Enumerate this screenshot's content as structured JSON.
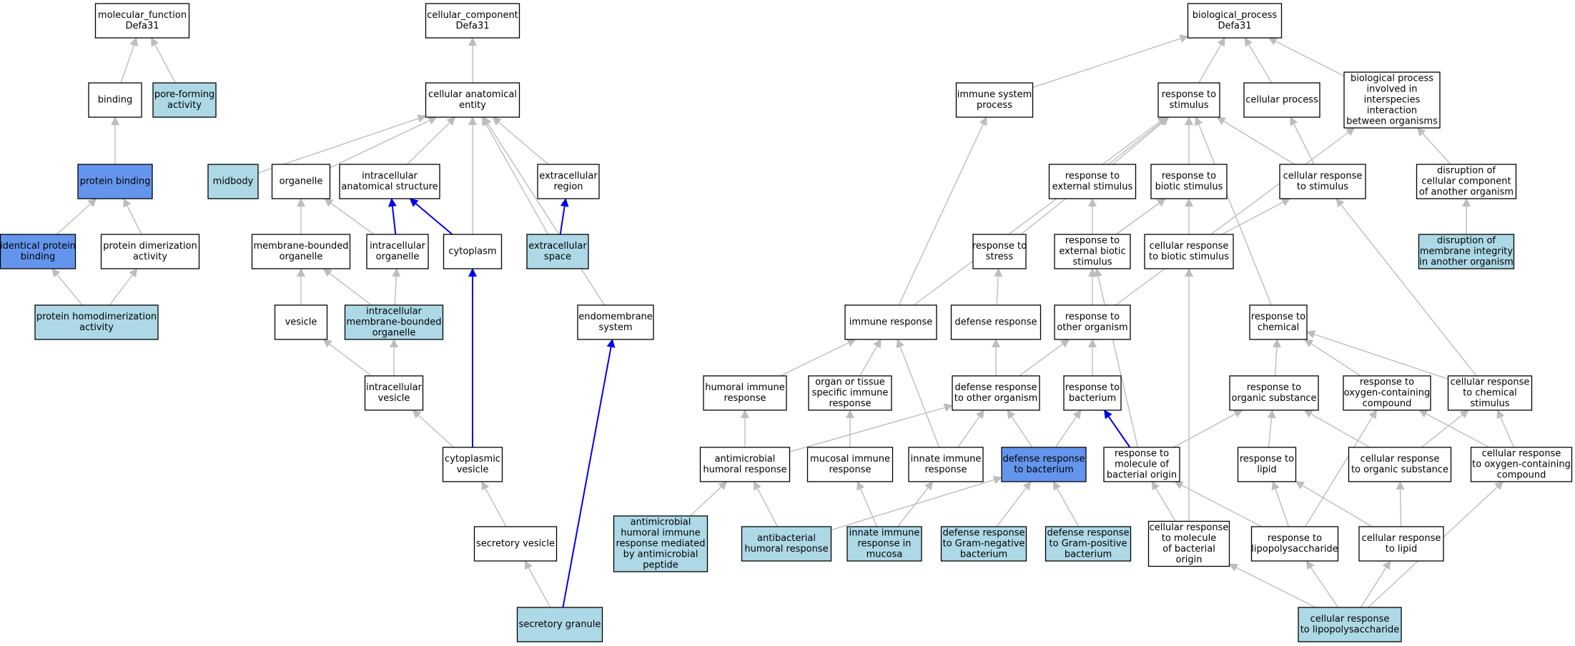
{
  "colors": {
    "white": "#ffffff",
    "light": "#add8e6",
    "dark": "#6495ed",
    "edge_gray": "#bdbdbd",
    "edge_blue": "#0000ee"
  },
  "nodes": [
    {
      "id": "mf",
      "lines": [
        "molecular_function",
        "Defa31"
      ],
      "fill": "white"
    },
    {
      "id": "binding",
      "lines": [
        "binding"
      ],
      "fill": "white"
    },
    {
      "id": "pore",
      "lines": [
        "pore-forming",
        "activity"
      ],
      "fill": "light"
    },
    {
      "id": "protbind",
      "lines": [
        "protein binding"
      ],
      "fill": "dark"
    },
    {
      "id": "identbind",
      "lines": [
        "identical protein",
        "binding"
      ],
      "fill": "dark"
    },
    {
      "id": "dimer",
      "lines": [
        "protein dimerization",
        "activity"
      ],
      "fill": "white"
    },
    {
      "id": "homodimer",
      "lines": [
        "protein homodimerization",
        "activity"
      ],
      "fill": "light"
    },
    {
      "id": "cc",
      "lines": [
        "cellular_component",
        "Defa31"
      ],
      "fill": "white"
    },
    {
      "id": "cae",
      "lines": [
        "cellular anatomical",
        "entity"
      ],
      "fill": "white"
    },
    {
      "id": "midbody",
      "lines": [
        "midbody"
      ],
      "fill": "light"
    },
    {
      "id": "organelle",
      "lines": [
        "organelle"
      ],
      "fill": "white"
    },
    {
      "id": "ias",
      "lines": [
        "intracellular",
        "anatomical structure"
      ],
      "fill": "white"
    },
    {
      "id": "ecr",
      "lines": [
        "extracellular",
        "region"
      ],
      "fill": "white"
    },
    {
      "id": "mbo",
      "lines": [
        "membrane-bounded",
        "organelle"
      ],
      "fill": "white"
    },
    {
      "id": "io",
      "lines": [
        "intracellular",
        "organelle"
      ],
      "fill": "white"
    },
    {
      "id": "cyto",
      "lines": [
        "cytoplasm"
      ],
      "fill": "white"
    },
    {
      "id": "ecs",
      "lines": [
        "extracellular",
        "space"
      ],
      "fill": "light"
    },
    {
      "id": "vesicle",
      "lines": [
        "vesicle"
      ],
      "fill": "white"
    },
    {
      "id": "imbo",
      "lines": [
        "intracellular",
        "membrane-bounded",
        "organelle"
      ],
      "fill": "light"
    },
    {
      "id": "endo",
      "lines": [
        "endomembrane",
        "system"
      ],
      "fill": "white"
    },
    {
      "id": "iv",
      "lines": [
        "intracellular",
        "vesicle"
      ],
      "fill": "white"
    },
    {
      "id": "cv",
      "lines": [
        "cytoplasmic",
        "vesicle"
      ],
      "fill": "white"
    },
    {
      "id": "sv",
      "lines": [
        "secretory vesicle"
      ],
      "fill": "white"
    },
    {
      "id": "sg",
      "lines": [
        "secretory granule"
      ],
      "fill": "light"
    },
    {
      "id": "bp",
      "lines": [
        "biological_process",
        "Defa31"
      ],
      "fill": "white"
    },
    {
      "id": "isp",
      "lines": [
        "immune system",
        "process"
      ],
      "fill": "white"
    },
    {
      "id": "rts",
      "lines": [
        "response to",
        "stimulus"
      ],
      "fill": "white"
    },
    {
      "id": "cp",
      "lines": [
        "cellular process"
      ],
      "fill": "white"
    },
    {
      "id": "bpio",
      "lines": [
        "biological process",
        "involved in",
        "interspecies",
        "interaction",
        "between organisms"
      ],
      "fill": "white"
    },
    {
      "id": "res",
      "lines": [
        "response to",
        "external stimulus"
      ],
      "fill": "white"
    },
    {
      "id": "rbs",
      "lines": [
        "response to",
        "biotic stimulus"
      ],
      "fill": "white"
    },
    {
      "id": "crs",
      "lines": [
        "cellular response",
        "to stimulus"
      ],
      "fill": "white"
    },
    {
      "id": "dccao",
      "lines": [
        "disruption of",
        "cellular component",
        "of another organism"
      ],
      "fill": "white"
    },
    {
      "id": "rstress",
      "lines": [
        "response to",
        "stress"
      ],
      "fill": "white"
    },
    {
      "id": "rebs",
      "lines": [
        "response to",
        "external biotic",
        "stimulus"
      ],
      "fill": "white"
    },
    {
      "id": "crbs",
      "lines": [
        "cellular response",
        "to biotic stimulus"
      ],
      "fill": "white"
    },
    {
      "id": "dmiao",
      "lines": [
        "disruption of",
        "membrane integrity",
        "in another organism"
      ],
      "fill": "light"
    },
    {
      "id": "ir",
      "lines": [
        "immune response"
      ],
      "fill": "white"
    },
    {
      "id": "dr",
      "lines": [
        "defense response"
      ],
      "fill": "white"
    },
    {
      "id": "rtoo",
      "lines": [
        "response to",
        "other organism"
      ],
      "fill": "white"
    },
    {
      "id": "rchem",
      "lines": [
        "response to",
        "chemical"
      ],
      "fill": "white"
    },
    {
      "id": "hir",
      "lines": [
        "humoral immune",
        "response"
      ],
      "fill": "white"
    },
    {
      "id": "otsir",
      "lines": [
        "organ or tissue",
        "specific immune",
        "response"
      ],
      "fill": "white"
    },
    {
      "id": "drtoo",
      "lines": [
        "defense response",
        "to other organism"
      ],
      "fill": "white"
    },
    {
      "id": "rtb",
      "lines": [
        "response to",
        "bacterium"
      ],
      "fill": "white"
    },
    {
      "id": "ros",
      "lines": [
        "response to",
        "organic substance"
      ],
      "fill": "white"
    },
    {
      "id": "rocc",
      "lines": [
        "response to",
        "oxygen-containing",
        "compound"
      ],
      "fill": "white"
    },
    {
      "id": "crcs",
      "lines": [
        "cellular response",
        "to chemical",
        "stimulus"
      ],
      "fill": "white"
    },
    {
      "id": "ahr",
      "lines": [
        "antimicrobial",
        "humoral response"
      ],
      "fill": "white"
    },
    {
      "id": "mir",
      "lines": [
        "mucosal immune",
        "response"
      ],
      "fill": "white"
    },
    {
      "id": "iir",
      "lines": [
        "innate immune",
        "response"
      ],
      "fill": "white"
    },
    {
      "id": "drtb",
      "lines": [
        "defense response",
        "to bacterium"
      ],
      "fill": "dark"
    },
    {
      "id": "rmbo",
      "lines": [
        "response to",
        "molecule of",
        "bacterial origin"
      ],
      "fill": "white"
    },
    {
      "id": "rlipid",
      "lines": [
        "response to",
        "lipid"
      ],
      "fill": "white"
    },
    {
      "id": "cros",
      "lines": [
        "cellular response",
        "to organic substance"
      ],
      "fill": "white"
    },
    {
      "id": "crocc",
      "lines": [
        "cellular response",
        "to oxygen-containing",
        "compound"
      ],
      "fill": "white"
    },
    {
      "id": "ahrmap",
      "lines": [
        "antimicrobial",
        "humoral immune",
        "response mediated",
        "by antimicrobial",
        "peptide"
      ],
      "fill": "light"
    },
    {
      "id": "abhr",
      "lines": [
        "antibacterial",
        "humoral response"
      ],
      "fill": "light"
    },
    {
      "id": "iirm",
      "lines": [
        "innate immune",
        "response in",
        "mucosa"
      ],
      "fill": "light"
    },
    {
      "id": "drgn",
      "lines": [
        "defense response",
        "to Gram-negative",
        "bacterium"
      ],
      "fill": "light"
    },
    {
      "id": "drgp",
      "lines": [
        "defense response",
        "to Gram-positive",
        "bacterium"
      ],
      "fill": "light"
    },
    {
      "id": "crmbo",
      "lines": [
        "cellular response",
        "to molecule",
        "of bacterial",
        "origin"
      ],
      "fill": "white"
    },
    {
      "id": "rlps",
      "lines": [
        "response to",
        "lipopolysaccharide"
      ],
      "fill": "white"
    },
    {
      "id": "crl",
      "lines": [
        "cellular response",
        "to lipid"
      ],
      "fill": "white"
    },
    {
      "id": "crlps",
      "lines": [
        "cellular response",
        "to lipopolysaccharide"
      ],
      "fill": "light"
    }
  ],
  "edges": [
    [
      "binding",
      "mf",
      "gray"
    ],
    [
      "pore",
      "mf",
      "gray"
    ],
    [
      "protbind",
      "binding",
      "gray"
    ],
    [
      "identbind",
      "protbind",
      "gray"
    ],
    [
      "dimer",
      "protbind",
      "gray"
    ],
    [
      "homodimer",
      "identbind",
      "gray"
    ],
    [
      "homodimer",
      "dimer",
      "gray"
    ],
    [
      "cae",
      "cc",
      "gray"
    ],
    [
      "midbody",
      "cae",
      "gray"
    ],
    [
      "organelle",
      "cae",
      "gray"
    ],
    [
      "ias",
      "cae",
      "gray"
    ],
    [
      "ecr",
      "cae",
      "gray"
    ],
    [
      "cyto",
      "cae",
      "gray"
    ],
    [
      "ecs",
      "cae",
      "gray"
    ],
    [
      "endo",
      "cae",
      "gray"
    ],
    [
      "mbo",
      "organelle",
      "gray"
    ],
    [
      "io",
      "organelle",
      "gray"
    ],
    [
      "io",
      "ias",
      "blue"
    ],
    [
      "cyto",
      "ias",
      "blue"
    ],
    [
      "ecs",
      "ecr",
      "blue"
    ],
    [
      "vesicle",
      "mbo",
      "gray"
    ],
    [
      "imbo",
      "mbo",
      "gray"
    ],
    [
      "imbo",
      "io",
      "gray"
    ],
    [
      "iv",
      "vesicle",
      "gray"
    ],
    [
      "iv",
      "imbo",
      "gray"
    ],
    [
      "cv",
      "iv",
      "gray"
    ],
    [
      "cv",
      "cyto",
      "blue"
    ],
    [
      "sv",
      "cv",
      "gray"
    ],
    [
      "sg",
      "sv",
      "gray"
    ],
    [
      "sg",
      "endo",
      "blue"
    ],
    [
      "isp",
      "bp",
      "gray"
    ],
    [
      "rts",
      "bp",
      "gray"
    ],
    [
      "cp",
      "bp",
      "gray"
    ],
    [
      "bpio",
      "bp",
      "gray"
    ],
    [
      "res",
      "rts",
      "gray"
    ],
    [
      "rbs",
      "rts",
      "gray"
    ],
    [
      "crs",
      "rts",
      "gray"
    ],
    [
      "crs",
      "cp",
      "gray"
    ],
    [
      "dccao",
      "bpio",
      "gray"
    ],
    [
      "rstress",
      "rts",
      "gray"
    ],
    [
      "ir",
      "rts",
      "gray"
    ],
    [
      "ir",
      "isp",
      "gray"
    ],
    [
      "rebs",
      "res",
      "gray"
    ],
    [
      "rebs",
      "rbs",
      "gray"
    ],
    [
      "crbs",
      "rbs",
      "gray"
    ],
    [
      "crbs",
      "crs",
      "gray"
    ],
    [
      "dmiao",
      "dccao",
      "gray"
    ],
    [
      "dr",
      "rstress",
      "gray"
    ],
    [
      "rtoo",
      "rebs",
      "gray"
    ],
    [
      "rtoo",
      "bpio",
      "gray"
    ],
    [
      "rchem",
      "rts",
      "gray"
    ],
    [
      "hir",
      "ir",
      "gray"
    ],
    [
      "otsir",
      "ir",
      "gray"
    ],
    [
      "drtoo",
      "dr",
      "gray"
    ],
    [
      "drtoo",
      "rtoo",
      "gray"
    ],
    [
      "rtb",
      "rtoo",
      "gray"
    ],
    [
      "ros",
      "rchem",
      "gray"
    ],
    [
      "rocc",
      "rchem",
      "gray"
    ],
    [
      "crcs",
      "rchem",
      "gray"
    ],
    [
      "crcs",
      "crs",
      "gray"
    ],
    [
      "ahr",
      "hir",
      "gray"
    ],
    [
      "ahr",
      "drtoo",
      "gray"
    ],
    [
      "mir",
      "otsir",
      "gray"
    ],
    [
      "iir",
      "drtoo",
      "gray"
    ],
    [
      "iir",
      "ir",
      "gray"
    ],
    [
      "drtb",
      "drtoo",
      "gray"
    ],
    [
      "drtb",
      "rtb",
      "gray"
    ],
    [
      "rmbo",
      "rtb",
      "blue"
    ],
    [
      "rmbo",
      "ros",
      "gray"
    ],
    [
      "rmbo",
      "rebs",
      "gray"
    ],
    [
      "rlipid",
      "ros",
      "gray"
    ],
    [
      "cros",
      "ros",
      "gray"
    ],
    [
      "cros",
      "crcs",
      "gray"
    ],
    [
      "crocc",
      "rocc",
      "gray"
    ],
    [
      "crocc",
      "crcs",
      "gray"
    ],
    [
      "ahrmap",
      "ahr",
      "gray"
    ],
    [
      "abhr",
      "ahr",
      "gray"
    ],
    [
      "abhr",
      "drtb",
      "gray"
    ],
    [
      "iirm",
      "mir",
      "gray"
    ],
    [
      "iirm",
      "iir",
      "gray"
    ],
    [
      "drgn",
      "drtb",
      "gray"
    ],
    [
      "drgp",
      "drtb",
      "gray"
    ],
    [
      "crmbo",
      "rmbo",
      "gray"
    ],
    [
      "crmbo",
      "crbs",
      "gray"
    ],
    [
      "rlps",
      "rmbo",
      "gray"
    ],
    [
      "rlps",
      "rlipid",
      "gray"
    ],
    [
      "rlps",
      "rocc",
      "gray"
    ],
    [
      "crl",
      "rlipid",
      "gray"
    ],
    [
      "crl",
      "cros",
      "gray"
    ],
    [
      "crlps",
      "crmbo",
      "gray"
    ],
    [
      "crlps",
      "rlps",
      "gray"
    ],
    [
      "crlps",
      "crl",
      "gray"
    ],
    [
      "crlps",
      "crocc",
      "gray"
    ]
  ]
}
